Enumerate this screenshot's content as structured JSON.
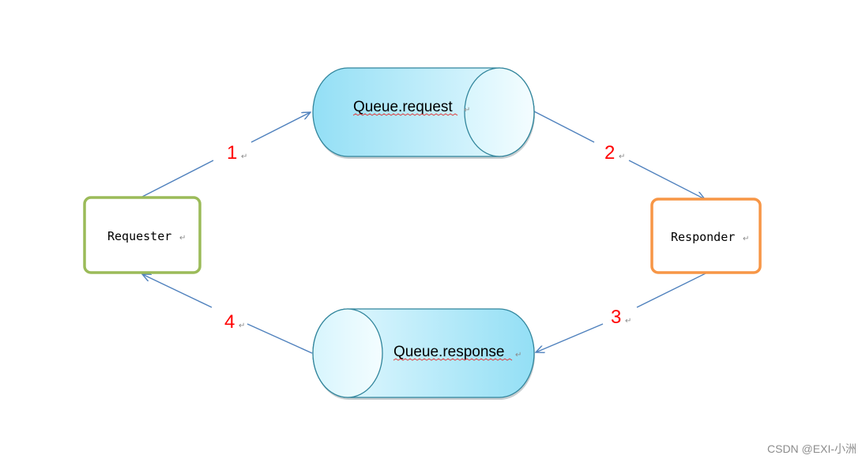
{
  "diagram": {
    "nodes": {
      "requester": {
        "label": "Requester",
        "border_color": "#9bbb59"
      },
      "responder": {
        "label": "Responder",
        "border_color": "#f79646"
      },
      "queue_request": {
        "label": "Queue.request"
      },
      "queue_response": {
        "label": "Queue.response"
      }
    },
    "steps": [
      "1",
      "2",
      "3",
      "4"
    ],
    "paragraph_mark": "↵",
    "colors": {
      "arrow": "#4f81bd",
      "step_number": "#ff0000",
      "cylinder_stroke": "#31859c",
      "cylinder_fill_dark": "#93dff5",
      "cylinder_fill_light": "#eafaff"
    }
  },
  "watermark": "CSDN @EXI-小洲"
}
